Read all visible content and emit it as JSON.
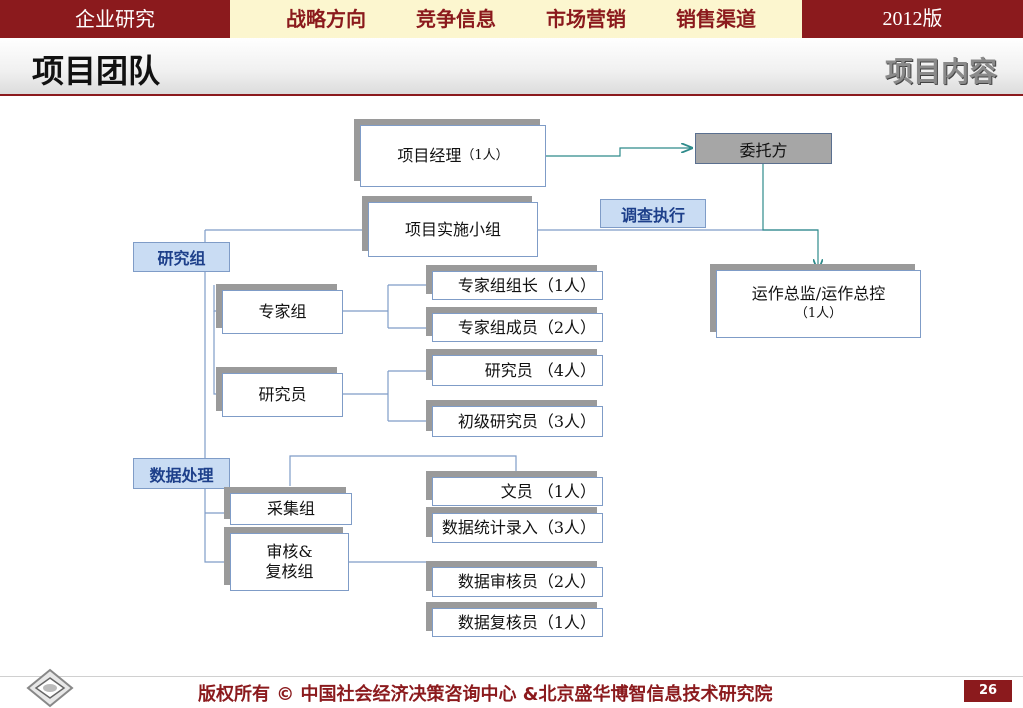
{
  "header": {
    "left": "企业研究",
    "nav": [
      "战略方向",
      "竞争信息",
      "市场营销",
      "销售渠道"
    ],
    "edition": "2012版"
  },
  "title": {
    "main": "项目团队",
    "section": "项目内容"
  },
  "diagram": {
    "pm_label": "项目经理",
    "pm_count": "（1人）",
    "client": "委托方",
    "execution": "调查执行",
    "impl_group": "项目实施小组",
    "ops_line1": "运作总监/运作总控",
    "ops_line2": "（1人）",
    "research_group": "研究组",
    "expert_group": "专家组",
    "expert_leader": "专家组组长（1人）",
    "expert_member": "专家组成员（2人）",
    "researcher": "研究员",
    "researcher_box": "研究员  （4人）",
    "junior_researcher": "初级研究员（3人）",
    "data_processing": "数据处理",
    "collection_group": "采集组",
    "review_line1": "审核&",
    "review_line2": "复核组",
    "clerk": "文员    （1人）",
    "data_entry": "数据统计录入（3人）",
    "data_auditor": "数据审核员（2人）",
    "data_reviewer": "数据复核员（1人）"
  },
  "footer": {
    "copyright": "版权所有 © 中国社会经济决策咨询中心 &北京盛华博智信息技术研究院",
    "page": "26"
  },
  "colors": {
    "brand": "#8b1a1d",
    "banner": "#fcf6cf",
    "tag": "#c9dcf3",
    "line": "#7f9cc7",
    "arrow": "#2e8b8b"
  }
}
